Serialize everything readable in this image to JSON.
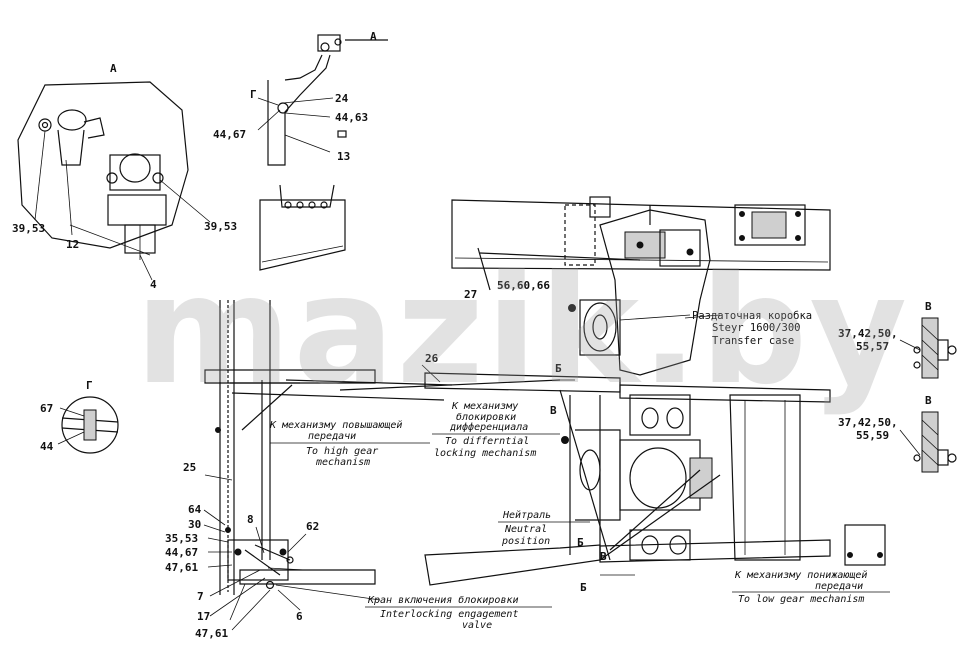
{
  "watermark": "mazik.by",
  "views": {
    "A_detail": "A",
    "A_top": "А",
    "G_detail": "Г",
    "G_top": "Г",
    "V_top": "В",
    "V_bottom": "В",
    "B_main": "Б",
    "V_main1": "В",
    "V_main2": "В",
    "B_main2": "Б",
    "B_main3": "Б"
  },
  "callouts": {
    "c24": "24",
    "c44_63": "44,63",
    "c44_67_top": "44,67",
    "c13": "13",
    "c39_53_left": "39,53",
    "c12": "12",
    "c39_53_right": "39,53",
    "c4": "4",
    "c27": "27",
    "c56": "56,60,66",
    "c26": "26",
    "c67": "67",
    "c44": "44",
    "c25": "25",
    "c64": "64",
    "c30": "30",
    "c35_53": "35,53",
    "c44_67": "44,67",
    "c47_61_a": "47,61",
    "c8": "8",
    "c62": "62",
    "c7": "7",
    "c17": "17",
    "c47_61_b": "47,61",
    "c6": "6",
    "c37_top_a": "37,42,50,",
    "c37_top_b": "55,57",
    "c37_bot_a": "37,42,50,",
    "c37_bot_b": "55,59"
  },
  "annotations": {
    "transfer_ru": "Раздаточная коробка",
    "transfer_model": "Steyr 1600/300",
    "transfer_en": "Transfer case",
    "high_ru_1": "К механизму повышающей",
    "high_ru_2": "передачи",
    "high_en_1": "To high gear",
    "high_en_2": "mechanism",
    "diff_ru_1": "К механизму",
    "diff_ru_2": "блокировки",
    "diff_ru_3": "дифференциала",
    "diff_en_1": "To differntial",
    "diff_en_2": "locking mechanism",
    "neutral_ru": "Нейтраль",
    "neutral_en_1": "Neutral",
    "neutral_en_2": "position",
    "low_ru_1": "К механизму понижающей",
    "low_ru_2": "передачи",
    "low_en": "To low gear mechanism",
    "valve_ru": "Кран включения блокировки",
    "valve_en_1": "Interlocking engagement",
    "valve_en_2": "valve"
  }
}
